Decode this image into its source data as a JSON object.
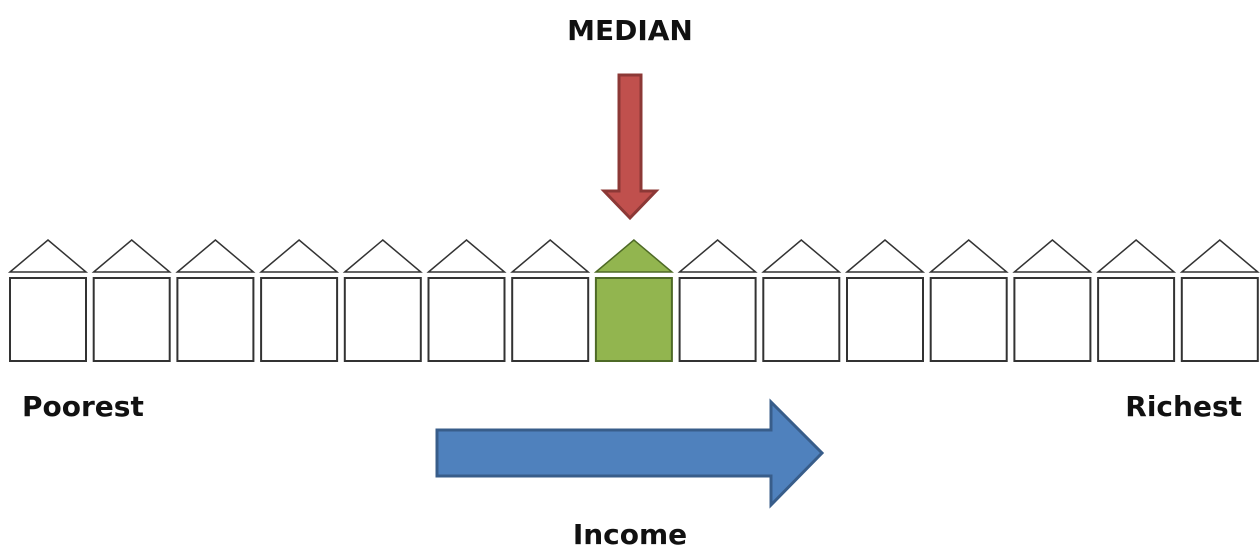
{
  "labels": {
    "median": "MEDIAN",
    "poorest": "Poorest",
    "richest": "Richest",
    "income": "Income"
  },
  "houses": {
    "count": 15,
    "median_index": 7,
    "median_color": "#92b54f",
    "median_border": "#4e6a26",
    "default_fill": "#ffffff",
    "default_border": "#333333"
  },
  "arrows": {
    "median_arrow": {
      "icon": "down-arrow-icon",
      "fill": "#c0504d",
      "stroke": "#8c3836"
    },
    "income_arrow": {
      "icon": "right-arrow-icon",
      "fill": "#4f81bd",
      "stroke": "#385d8a"
    }
  }
}
